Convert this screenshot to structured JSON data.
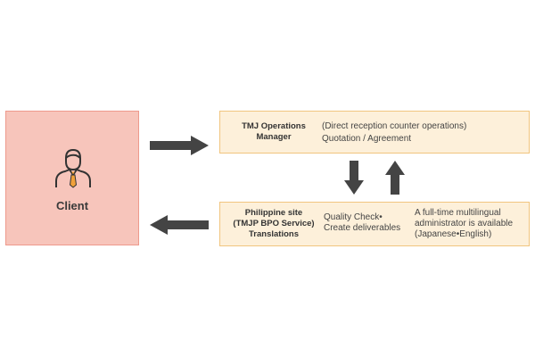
{
  "client": {
    "label": "Client",
    "icon": "businessman-icon"
  },
  "ops_box": {
    "title_line1": "TMJ Operations",
    "title_line2": "Manager",
    "line1": "(Direct reception counter operations)",
    "line2": "Quotation / Agreement"
  },
  "site_box": {
    "title_line1": "Philippine site",
    "title_line2": "(TMJP BPO Service)",
    "title_line3": "Translations",
    "middle_line1": "Quality Check•",
    "middle_line2": "Create deliverables",
    "right_line1": "A full-time multilingual",
    "right_line2": "administrator is available",
    "right_line3": "(Japanese•English)"
  },
  "colors": {
    "client_fill": "#f7c5bb",
    "client_border": "#ee9a8c",
    "box_fill": "#fdf0da",
    "box_border": "#f1c57f",
    "arrow": "#444444",
    "tie": "#f0a13a"
  }
}
